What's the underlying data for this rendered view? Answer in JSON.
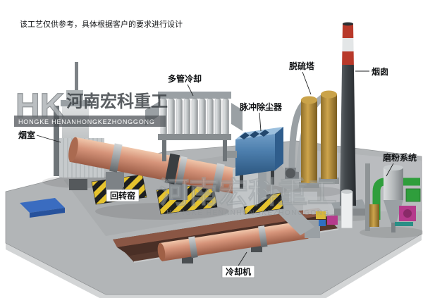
{
  "disclaimer": "该工艺仅供参考，具体根据客户的要求进行设计",
  "logo": {
    "monogram": "HK",
    "name_cn": "河南宏科重工",
    "name_en": "HONGKE HENANHONGKEZHONGGONG"
  },
  "watermark": {
    "name_cn": "河南宏科重工",
    "name_en": "HONGKE HENANHONGKEZHONGGONG"
  },
  "labels": {
    "smoke_chamber": "烟室",
    "multi_tube_cooler": "多管冷却",
    "pulse_dust_collector": "脉冲除尘器",
    "desulfurization_tower": "脱硫塔",
    "chimney": "烟囱",
    "grinding_system": "磨粉系统",
    "rotary_kiln": "回转窑",
    "cooling_machine": "冷却机"
  },
  "colors": {
    "kiln_shell": "#d6947a",
    "dust_collector_blue": "#4d7fae",
    "tower_khaki": "#cda44c",
    "chimney_red": "#b8392a",
    "chimney_body": "#43484c",
    "hazard_yellow": "#e6c32e",
    "grinding_green": "#2f9e3c",
    "grinding_magenta": "#b53a8c",
    "ground_gray": "#b2b5b7"
  }
}
